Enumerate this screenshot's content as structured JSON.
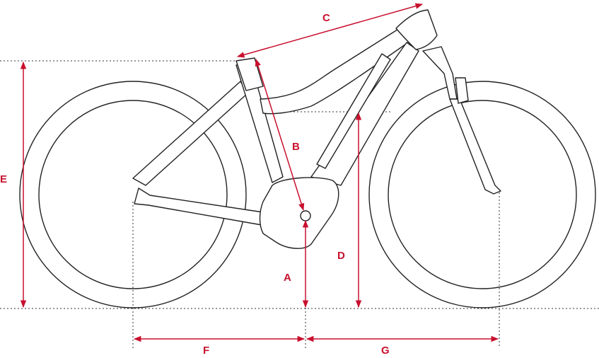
{
  "colors": {
    "dimension": "#c8102e",
    "outline": "#222222",
    "background": "#ffffff"
  },
  "labels": {
    "a": "A",
    "b": "B",
    "c": "C",
    "d": "D",
    "e": "E",
    "f": "F",
    "g": "G"
  }
}
